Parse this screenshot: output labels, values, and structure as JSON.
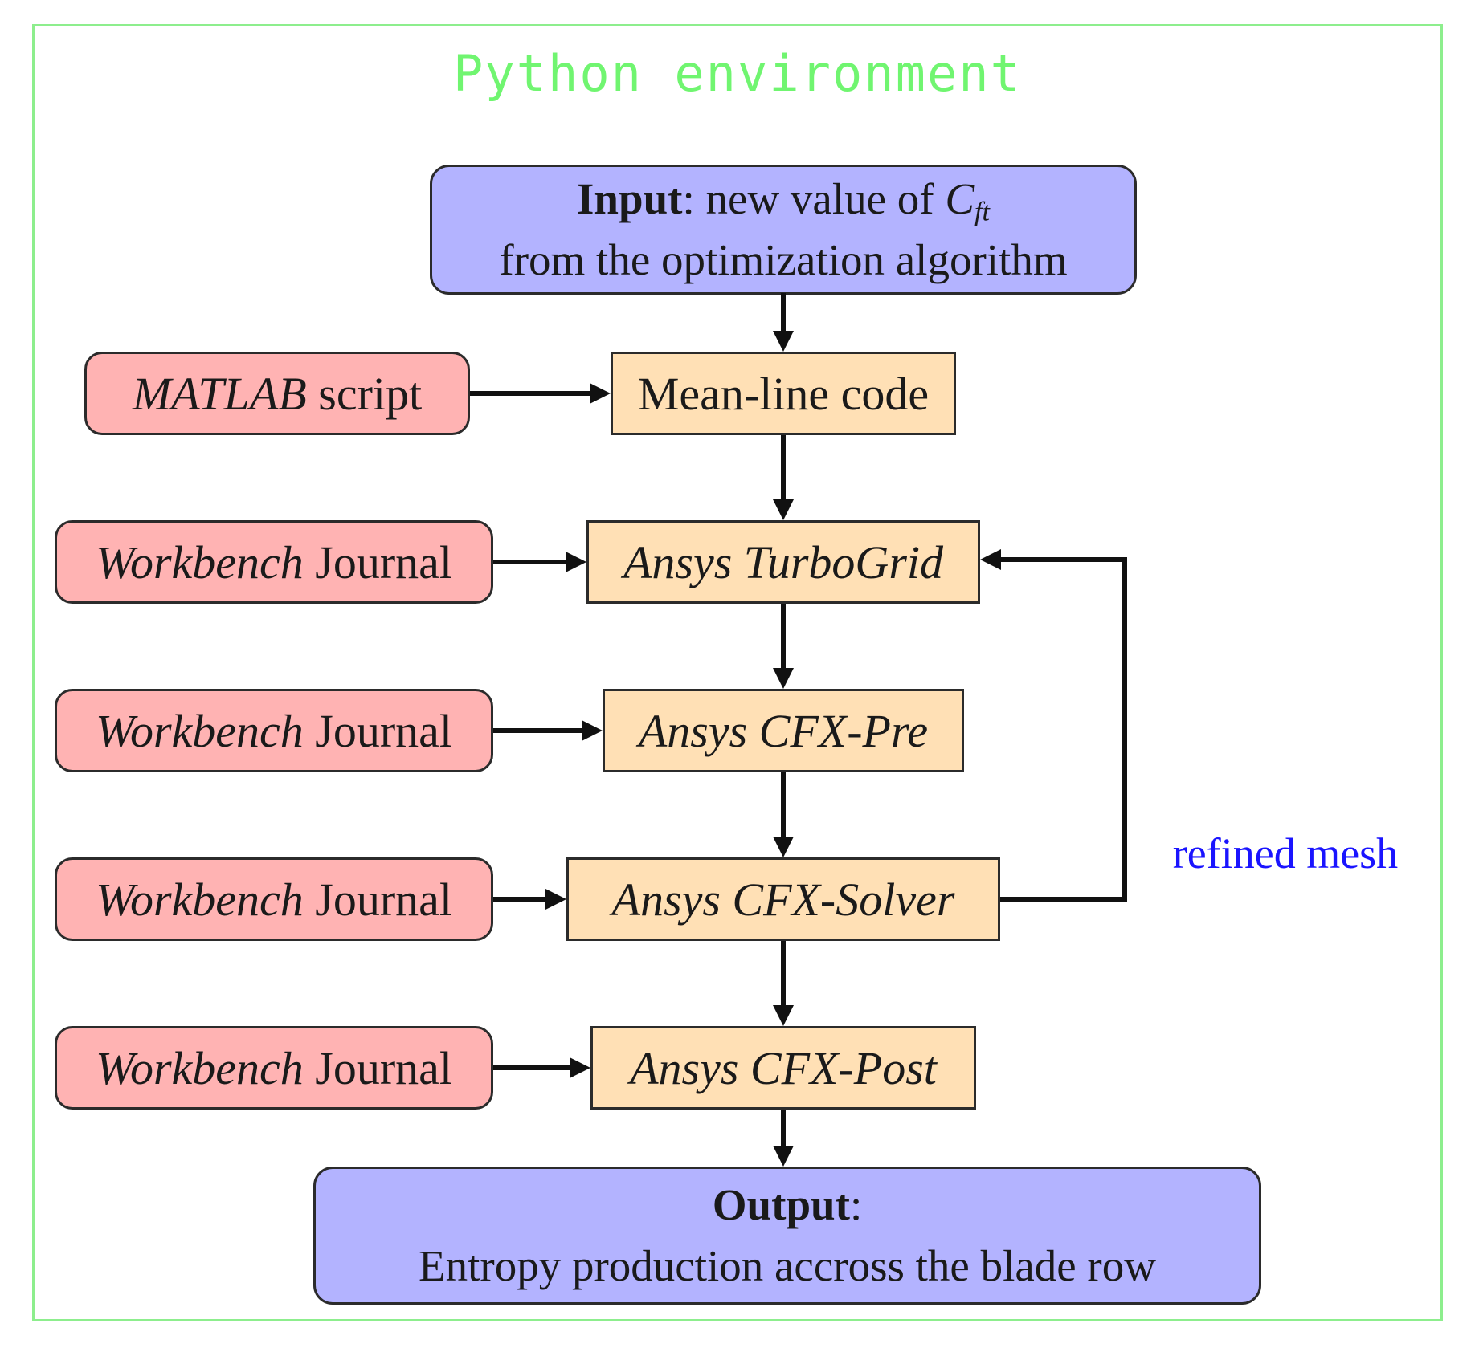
{
  "diagram": {
    "title": "Python environment",
    "input_node": {
      "bold": "Input",
      "rest": ": new value of ",
      "var_base": "C",
      "var_sub": "ft",
      "line2": "from the optimization algorithm"
    },
    "script_nodes": [
      {
        "em": "MATLAB",
        "rest": " script"
      },
      {
        "em": "Workbench",
        "rest": " Journal"
      },
      {
        "em": "Workbench",
        "rest": " Journal"
      },
      {
        "em": "Workbench",
        "rest": " Journal"
      },
      {
        "em": "Workbench",
        "rest": " Journal"
      }
    ],
    "process_nodes": [
      {
        "label": "Mean-line code"
      },
      {
        "label": "Ansys TurboGrid"
      },
      {
        "label": "Ansys CFX-Pre"
      },
      {
        "label": "Ansys CFX-Solver"
      },
      {
        "label": "Ansys CFX-Post"
      }
    ],
    "feedback_label": "refined mesh",
    "output_node": {
      "bold": "Output",
      "colon": ":",
      "line2": "Entropy production accross the blade row"
    },
    "colors": {
      "frame_green": "#8dee8d",
      "title_green": "#70f570",
      "node_blue": "#b3b3ff",
      "node_pink": "#ffb3b3",
      "node_orange": "#ffe0b5",
      "node_border": "#2b2b2b",
      "arrow_black": "#111111",
      "feedback_text_blue": "#1a14ff"
    }
  }
}
